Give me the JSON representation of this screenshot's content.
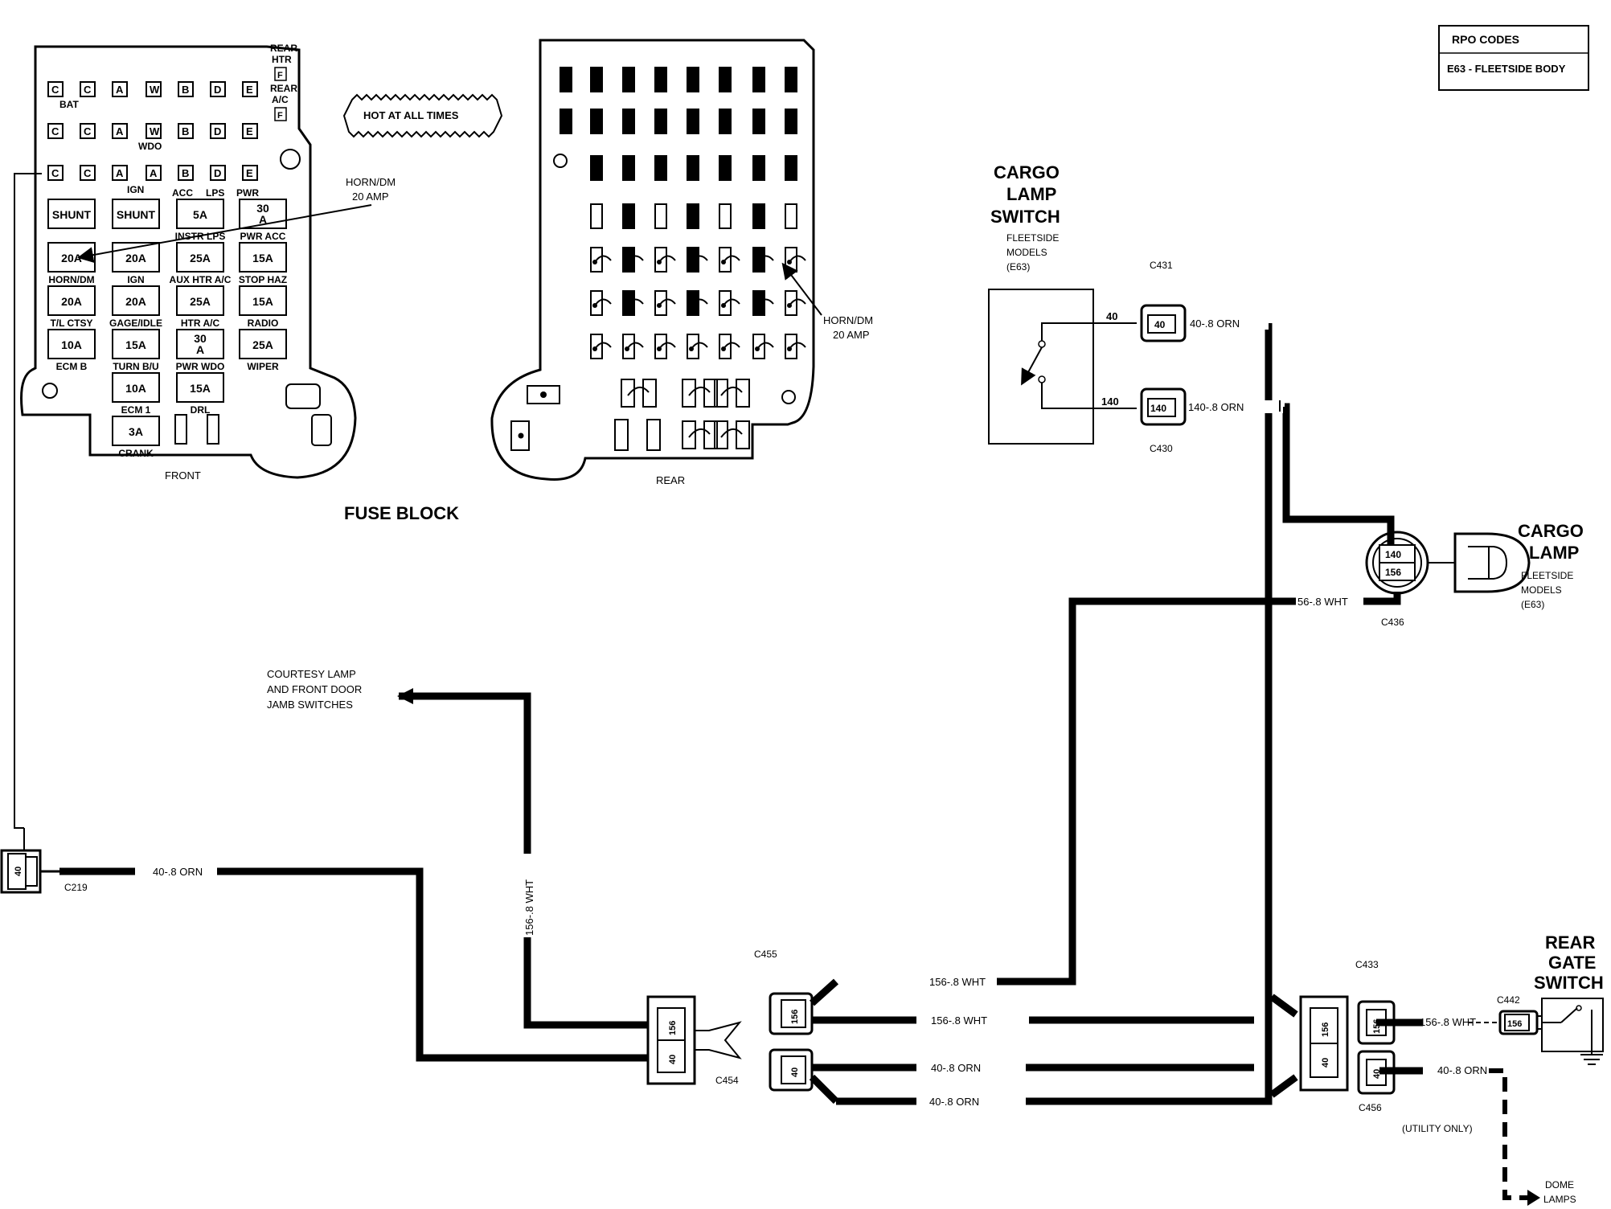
{
  "rpo": {
    "title": "RPO CODES",
    "code": "E63 - FLEETSIDE BODY"
  },
  "fuse_block": {
    "title": "FUSE BLOCK",
    "front_label": "FRONT",
    "rear_label": "REAR",
    "hot_label": "HOT AT ALL TIMES",
    "callout_front": [
      "HORN/DM",
      "20 AMP"
    ],
    "callout_rear": [
      "HORN/DM",
      "20 AMP"
    ],
    "rear_labels": {
      "rear_htr": [
        "REAR",
        "HTR"
      ],
      "rear_ac": [
        "REAR",
        "A/C"
      ],
      "f": "F"
    },
    "row1": [
      "C",
      "C",
      "A",
      "W",
      "B",
      "D",
      "E"
    ],
    "row2": [
      "C",
      "C",
      "A",
      "W",
      "B",
      "D",
      "E"
    ],
    "row3": [
      "C",
      "C",
      "A",
      "A",
      "B",
      "D",
      "E"
    ],
    "bat_label": "BAT",
    "wdo_label": "WDO",
    "ign_label": "IGN",
    "acc_label": "ACC",
    "lps_label": "LPS",
    "pwr_label": "PWR",
    "fuses": [
      {
        "value": "SHUNT",
        "label": ""
      },
      {
        "value": "SHUNT",
        "label": ""
      },
      {
        "value": "5A",
        "label": "INSTR LPS"
      },
      {
        "value": "30\nA",
        "label": "PWR ACC"
      },
      {
        "value": "20A",
        "label": "HORN/DM"
      },
      {
        "value": "20A",
        "label": "IGN"
      },
      {
        "value": "25A",
        "label": "AUX HTR A/C"
      },
      {
        "value": "15A",
        "label": "STOP HAZ"
      },
      {
        "value": "20A",
        "label": "T/L CTSY"
      },
      {
        "value": "20A",
        "label": "GAGE/IDLE"
      },
      {
        "value": "25A",
        "label": "HTR A/C"
      },
      {
        "value": "15A",
        "label": "RADIO"
      },
      {
        "value": "10A",
        "label": "ECM B"
      },
      {
        "value": "15A",
        "label": "TURN B/U"
      },
      {
        "value": "30\nA",
        "label": "PWR WDO"
      },
      {
        "value": "25A",
        "label": "WIPER"
      },
      {
        "value": "10A",
        "label": "ECM 1"
      },
      {
        "value": "15A",
        "label": "DRL"
      },
      {
        "value": "3A",
        "label": "CRANK"
      }
    ]
  },
  "cargo_switch": {
    "title": [
      "CARGO",
      "LAMP",
      "SWITCH"
    ],
    "note": [
      "FLEETSIDE",
      "MODELS",
      "(E63)"
    ],
    "pin_a": "40",
    "pin_b": "140"
  },
  "cargo_lamp": {
    "title": [
      "CARGO",
      "LAMP"
    ],
    "note": [
      "FLEETSIDE",
      "MODELS",
      "(E63)"
    ],
    "pin_a": "140",
    "pin_b": "156"
  },
  "rear_gate": {
    "title": [
      "REAR",
      "GATE",
      "SWITCH"
    ]
  },
  "connectors": {
    "c431": "C431",
    "c430": "C430",
    "c436": "C436",
    "c219": "C219",
    "c455": "C455",
    "c454": "C454",
    "c433": "C433",
    "c456": "C456",
    "c442": "C442"
  },
  "pins": {
    "p40": "40",
    "p140": "140",
    "p156": "156"
  },
  "wires": {
    "w_40_orn": "40-.8 ORN",
    "w_140_orn": "140-.8 ORN",
    "w_56_wht": "56-.8 WHT",
    "w_156_wht": "156-.8 WHT"
  },
  "notes": {
    "courtesy": [
      "COURTESY LAMP",
      "AND FRONT DOOR",
      "JAMB SWITCHES"
    ],
    "utility": "(UTILITY ONLY)",
    "dome": [
      "DOME",
      "LAMPS"
    ]
  }
}
